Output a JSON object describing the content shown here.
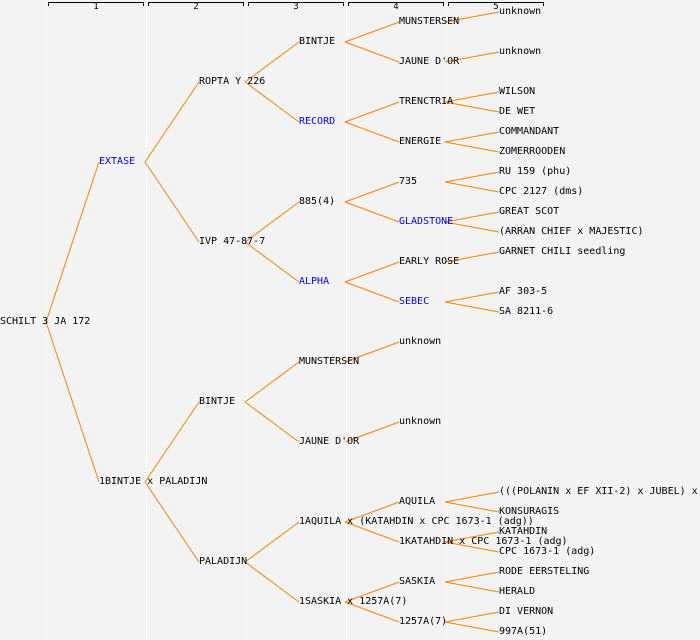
{
  "columns": [
    "1",
    "2",
    "3",
    "4",
    "5"
  ],
  "colors": {
    "line": "#ff8000",
    "highlight": "#0000ff",
    "text": "#000000",
    "background": "#f3f3f3"
  },
  "tree": {
    "label": "SCHILT 3 JA 172",
    "children": [
      {
        "label": "EXTASE",
        "highlight": true,
        "children": [
          {
            "label": "ROPTA Y 226",
            "children": [
              {
                "label": "BINTJE",
                "children": [
                  {
                    "label": "MUNSTERSEN",
                    "children": [
                      {
                        "label": "unknown"
                      },
                      null
                    ]
                  },
                  {
                    "label": "JAUNE D'OR",
                    "children": [
                      {
                        "label": "unknown"
                      },
                      null
                    ]
                  }
                ]
              },
              {
                "label": "RECORD",
                "highlight": true,
                "children": [
                  {
                    "label": "TRENCTRIA",
                    "children": [
                      {
                        "label": "WILSON"
                      },
                      {
                        "label": "DE WET"
                      }
                    ]
                  },
                  {
                    "label": "ENERGIE",
                    "children": [
                      {
                        "label": "COMMANDANT"
                      },
                      {
                        "label": "ZOMERROODEN"
                      }
                    ]
                  }
                ]
              }
            ]
          },
          {
            "label": "IVP 47-87-7",
            "children": [
              {
                "label": "885(4)",
                "children": [
                  {
                    "label": "735",
                    "children": [
                      {
                        "label": "RU 159 (phu)"
                      },
                      {
                        "label": "CPC 2127 (dms)"
                      }
                    ]
                  },
                  {
                    "label": "GLADSTONE",
                    "highlight": true,
                    "children": [
                      {
                        "label": "GREAT SCOT"
                      },
                      {
                        "label": "(ARRAN CHIEF x MAJESTIC)"
                      }
                    ]
                  }
                ]
              },
              {
                "label": "ALPHA",
                "highlight": true,
                "children": [
                  {
                    "label": "EARLY ROSE",
                    "children": [
                      {
                        "label": "GARNET CHILI seedling"
                      },
                      null
                    ]
                  },
                  {
                    "label": "SEBEC",
                    "highlight": true,
                    "children": [
                      {
                        "label": "AF 303-5"
                      },
                      {
                        "label": "SA 8211-6"
                      }
                    ]
                  }
                ]
              }
            ]
          }
        ]
      },
      {
        "label": "1BINTJE x PALADIJN",
        "children": [
          {
            "label": "BINTJE",
            "children": [
              {
                "label": "MUNSTERSEN",
                "children": [
                  {
                    "label": "unknown"
                  },
                  null
                ]
              },
              {
                "label": "JAUNE D'OR",
                "children": [
                  {
                    "label": "unknown"
                  },
                  null
                ]
              }
            ]
          },
          {
            "label": "PALADIJN",
            "children": [
              {
                "label": "1AQUILA x (KATAHDIN x CPC 1673-1 (adg))",
                "children": [
                  {
                    "label": "AQUILA",
                    "children": [
                      {
                        "label": "(((POLANIN x EF XII-2) x JUBEL) x"
                      },
                      {
                        "label": "KONSURAGIS"
                      }
                    ]
                  },
                  {
                    "label": "1KATAHDIN x CPC 1673-1 (adg)",
                    "children": [
                      {
                        "label": "KATAHDIN"
                      },
                      {
                        "label": "CPC 1673-1 (adg)"
                      }
                    ]
                  }
                ]
              },
              {
                "label": "1SASKIA x 1257A(7)",
                "children": [
                  {
                    "label": "SASKIA",
                    "children": [
                      {
                        "label": "RODE EERSTELING"
                      },
                      {
                        "label": "HERALD"
                      }
                    ]
                  },
                  {
                    "label": "1257A(7)",
                    "children": [
                      {
                        "label": "DI VERNON"
                      },
                      {
                        "label": "997A(51)"
                      }
                    ]
                  }
                ]
              }
            ]
          }
        ]
      }
    ]
  }
}
